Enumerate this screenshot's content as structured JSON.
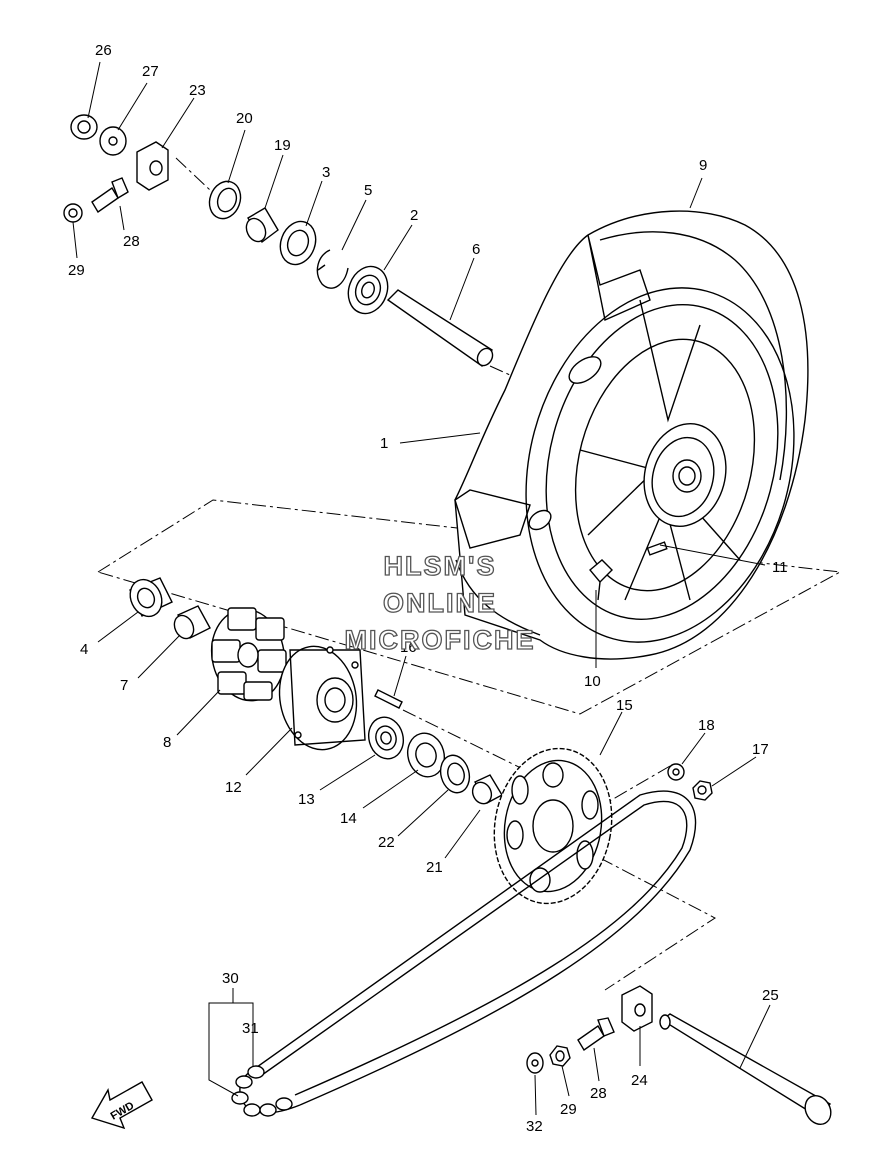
{
  "watermark": {
    "line1": "HLSM'S",
    "line2": "ONLINE",
    "line3": "MICROFICHE"
  },
  "forward_arrow": {
    "text": "FWD"
  },
  "callouts": {
    "c1": "1",
    "c2": "2",
    "c3": "3",
    "c4": "4",
    "c5": "5",
    "c6": "6",
    "c7": "7",
    "c8": "8",
    "c9": "9",
    "c10": "10",
    "c11": "11",
    "c12": "12",
    "c13": "13",
    "c14": "14",
    "c15": "15",
    "c16": "16",
    "c17": "17",
    "c18": "18",
    "c19": "19",
    "c20": "20",
    "c21": "21",
    "c22": "22",
    "c23": "23",
    "c24": "24",
    "c25": "25",
    "c26": "26",
    "c27": "27",
    "c28a": "28",
    "c28b": "28",
    "c29a": "29",
    "c29b": "29",
    "c30": "30",
    "c31": "31",
    "c32": "32"
  },
  "colors": {
    "line": "#000000",
    "watermark_stroke": "#555555",
    "background": "#ffffff"
  }
}
